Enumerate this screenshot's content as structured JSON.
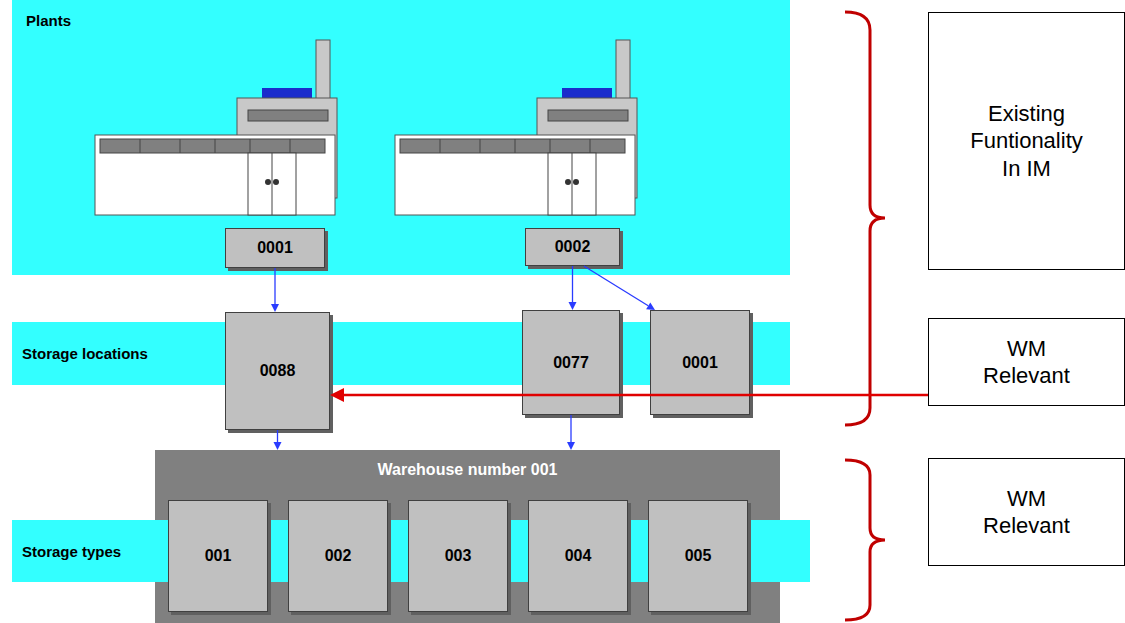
{
  "diagram": {
    "nodes": [
      {
        "text": [
          "Plants"
        ]
      },
      {
        "text": [
          "0001"
        ],
        "in": 0
      },
      {
        "text": [
          "0002"
        ],
        "in": 0
      },
      {
        "text": [
          "Storage locations"
        ]
      },
      {
        "text": [
          "0088"
        ]
      },
      {
        "text": [
          "0077"
        ]
      },
      {
        "text": [
          "0001"
        ]
      },
      {
        "text": [
          "Storage types"
        ]
      },
      {
        "text": [
          "Warehouse number 001"
        ]
      },
      {
        "text": [
          "001"
        ],
        "in": 8
      },
      {
        "text": [
          "002"
        ],
        "in": 8
      },
      {
        "text": [
          "003"
        ],
        "in": 8
      },
      {
        "text": [
          "004"
        ],
        "in": 8
      },
      {
        "text": [
          "005"
        ],
        "in": 8
      },
      {
        "text": [
          "Existing Funtionality In IM"
        ]
      },
      {
        "text": [
          "WM Relevant"
        ]
      },
      {
        "text": [
          "WM Relevant"
        ]
      }
    ],
    "edges": [
      {
        "from": 1,
        "to": 4,
        "arrow": "to"
      },
      {
        "from": 2,
        "to": 5,
        "arrow": "to"
      },
      {
        "from": 2,
        "to": 6,
        "arrow": "to"
      },
      {
        "from": 4,
        "to": 8,
        "arrow": "to"
      },
      {
        "from": 5,
        "to": 8,
        "arrow": "to"
      },
      {
        "from": 15,
        "to": 4,
        "arrow": "to"
      }
    ]
  }
}
